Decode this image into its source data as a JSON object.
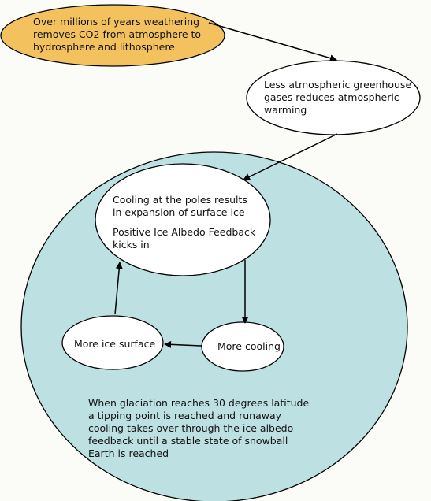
{
  "colors": {
    "page_background": "#fbfbf8",
    "weathering_fill": "#f3c25f",
    "box_fill": "#ffffff",
    "feedback_region_fill": "#bde0e2",
    "outline": "#000000",
    "text": "#111111"
  },
  "nodes": {
    "weathering": "Over millions of years weathering\nremoves CO2 from  atmosphere to\nhydrosphere and lithosphere",
    "less_greenhouse": "Less atmospheric greenhouse\n gases reduces atmospheric\nwarming",
    "polar_cooling": "Cooling at the poles results\nin expansion of surface ice",
    "ice_albedo": "Positive Ice Albedo Feedback\nkicks in",
    "more_cooling": "More cooling",
    "more_ice": "More ice surface",
    "tipping_point": "When glaciation reaches 30 degrees latitude\na tipping point is reached and runaway\ncooling takes over through the ice albedo\nfeedback until a stable state of snowball\nEarth is reached"
  },
  "edges": [
    {
      "from": "weathering",
      "to": "less_greenhouse"
    },
    {
      "from": "less_greenhouse",
      "to": "polar_cooling"
    },
    {
      "from": "polar_cooling",
      "to": "more_cooling"
    },
    {
      "from": "more_cooling",
      "to": "more_ice"
    },
    {
      "from": "more_ice",
      "to": "polar_cooling"
    }
  ]
}
